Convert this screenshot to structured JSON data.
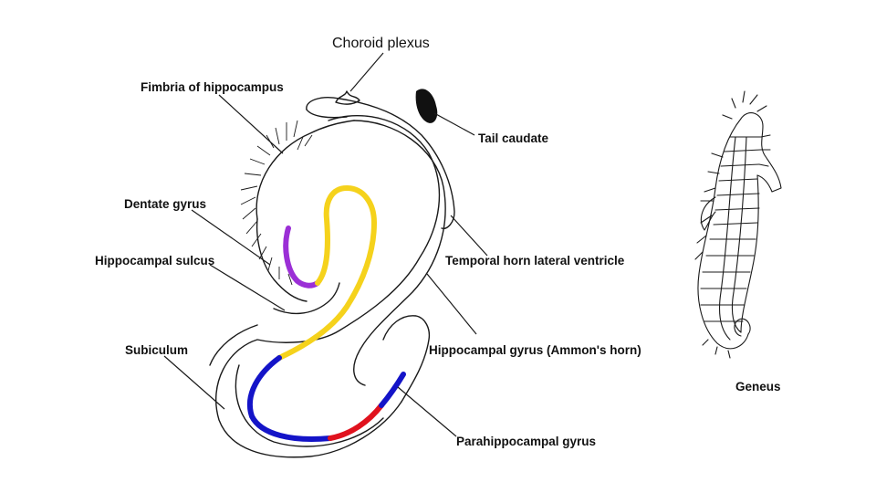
{
  "labels": {
    "choroid_plexus": "Choroid plexus",
    "fimbria": "Fimbria of hippocampus",
    "tail_caudate": "Tail caudate",
    "dentate_gyrus": "Dentate gyrus",
    "hippocampal_sulcus": "Hippocampal sulcus",
    "temporal_horn": "Temporal horn lateral ventricle",
    "subiculum": "Subiculum",
    "hippocampal_gyrus": "Hippocampal gyrus (Ammon's horn)",
    "parahippocampal_gyrus": "Parahippocampal gyrus",
    "seahorse_caption": "Geneus"
  },
  "colors": {
    "dentate_gyrus": "#9b2fd6",
    "ammons_horn": "#f5d21c",
    "subiculum": "#1414c8",
    "parahippocampal": "#e0121e",
    "tail_caudate": "#111111",
    "line": "#1a1a1a",
    "background": "#ffffff"
  }
}
